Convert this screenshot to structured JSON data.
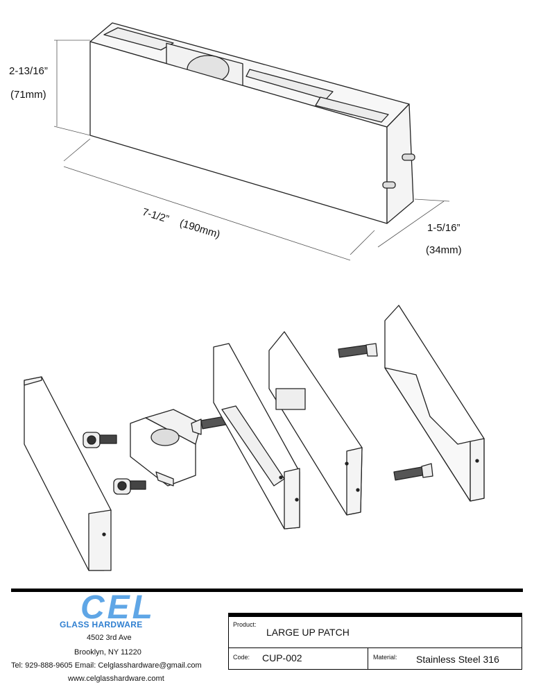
{
  "dimensions": {
    "height_in": "2-13/16”",
    "height_mm": "(71mm)",
    "length_in": "7-1/2”",
    "length_mm": "(190mm)",
    "depth_in": "1-5/16”",
    "depth_mm": "(34mm)"
  },
  "company": {
    "logo_main": "CEL",
    "logo_sub": "GLASS HARDWARE",
    "address_line1": "4502 3rd Ave",
    "address_line2": "Brooklyn, NY 11220",
    "contact": "Tel: 929-888-9605 Email: Celglasshardware@gmail.com",
    "website": "www.celglasshardware.comt",
    "logo_color": "#5fa6e6"
  },
  "title_block": {
    "product_label": "Product:",
    "product_value": "LARGE UP PATCH",
    "code_label": "Code:",
    "code_value": "CUP-002",
    "material_label": "Material:",
    "material_value": "Stainless Steel 316"
  }
}
